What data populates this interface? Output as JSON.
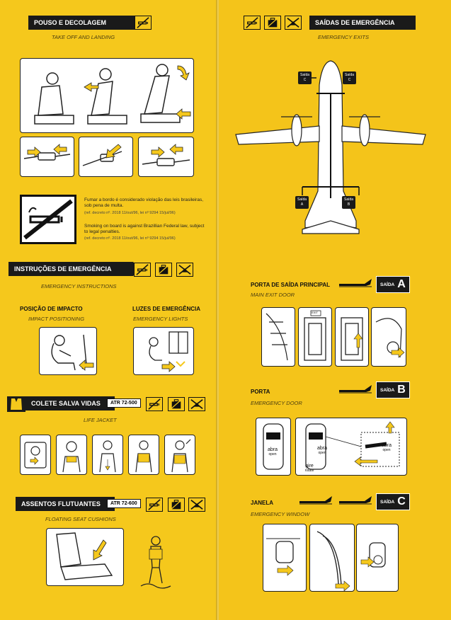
{
  "left": {
    "takeoff": {
      "title": "POUSO E DECOLAGEM",
      "subtitle": "TAKE OFF AND LANDING",
      "icon": "no-smoking-icon"
    },
    "smoking": {
      "pt": "Fumar a bordo é considerado violação das leis brasileiras, sob pena de multa.",
      "pt_ref": "(ref. decreto nº. 2018 11/out/96, lei nº 9294 15/jul/96)",
      "en": "Smoking on board is against Brazillian Federal law, subject to legal penalties.",
      "en_ref": "(ref. decreto nº. 2018 11/out/96, lei nº 9294 15/jul/96)"
    },
    "emergency": {
      "title": "INSTRUÇÕES DE EMERGÊNCIA",
      "subtitle": "EMERGENCY INSTRUCTIONS",
      "impact_title": "POSIÇÃO DE IMPACTO",
      "impact_sub": "IMPACT POSITIONING",
      "lights_title": "LUZES DE EMERGÊNCIA",
      "lights_sub": "EMERGENCY LIGHTS"
    },
    "lifejacket": {
      "title": "COLETE SALVA VIDAS",
      "badge": "ATR 72-500",
      "subtitle": "LIFE JACKET"
    },
    "cushions": {
      "title": "ASSENTOS FLUTUANTES",
      "badge": "ATR 72-600",
      "subtitle": "FLOATING SEAT CUSHIONS"
    }
  },
  "right": {
    "exits": {
      "title": "SAÍDAS DE EMERGÊNCIA",
      "subtitle": "EMERGENCY EXITS"
    },
    "plane_exits": [
      {
        "line1": "Saída",
        "line2": "C"
      },
      {
        "line1": "Saída",
        "line2": "C"
      },
      {
        "line1": "Saída",
        "line2": "A"
      },
      {
        "line1": "Saída",
        "line2": "B"
      }
    ],
    "main_door": {
      "title": "PORTA DE SAÍDA PRINCIPAL",
      "subtitle": "MAIN EXIT DOOR",
      "saida": "SAÍDA",
      "letter": "A",
      "exit_sign": "EXIT"
    },
    "door": {
      "title": "PORTA",
      "subtitle": "EMERGENCY DOOR",
      "saida": "SAÍDA",
      "letter": "B",
      "open_pt": "abra",
      "open_en": "open",
      "rotate_pt": "gire",
      "rotate_en": "rotate"
    },
    "window": {
      "title": "JANELA",
      "subtitle": "EMERGENCY WINDOW",
      "saida": "SAÍDA",
      "letter": "C"
    }
  },
  "colors": {
    "card": "#f5c81c",
    "black": "#1a1a1a",
    "white": "#ffffff"
  }
}
